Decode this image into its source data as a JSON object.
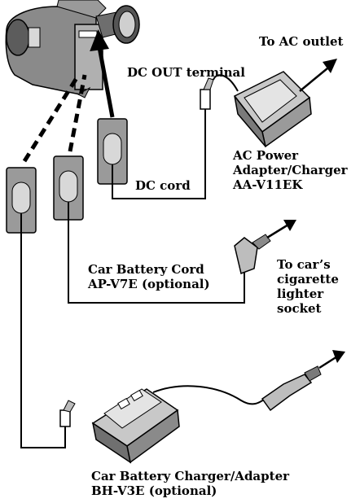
{
  "labels": {
    "to_ac_outlet": "To AC outlet",
    "dc_out_terminal": "DC OUT terminal",
    "ac_adapter_line1": "AC Power",
    "ac_adapter_line2": "Adapter/Charger",
    "ac_adapter_line3": "AA-V11EK",
    "dc_cord": "DC cord",
    "car_cord_line1": "Car Battery Cord",
    "car_cord_line2": "AP-V7E (optional)",
    "car_socket_line1": "To car’s",
    "car_socket_line2": "cigarette",
    "car_socket_line3": "lighter",
    "car_socket_line4": "socket",
    "car_charger_line1": "Car Battery Charger/Adapter",
    "car_charger_line2": "BH-V3E (optional)"
  },
  "colors": {
    "ink": "#000000",
    "body_gray": "#8a8a8a",
    "light_gray": "#d8d8d8",
    "background": "#ffffff"
  }
}
